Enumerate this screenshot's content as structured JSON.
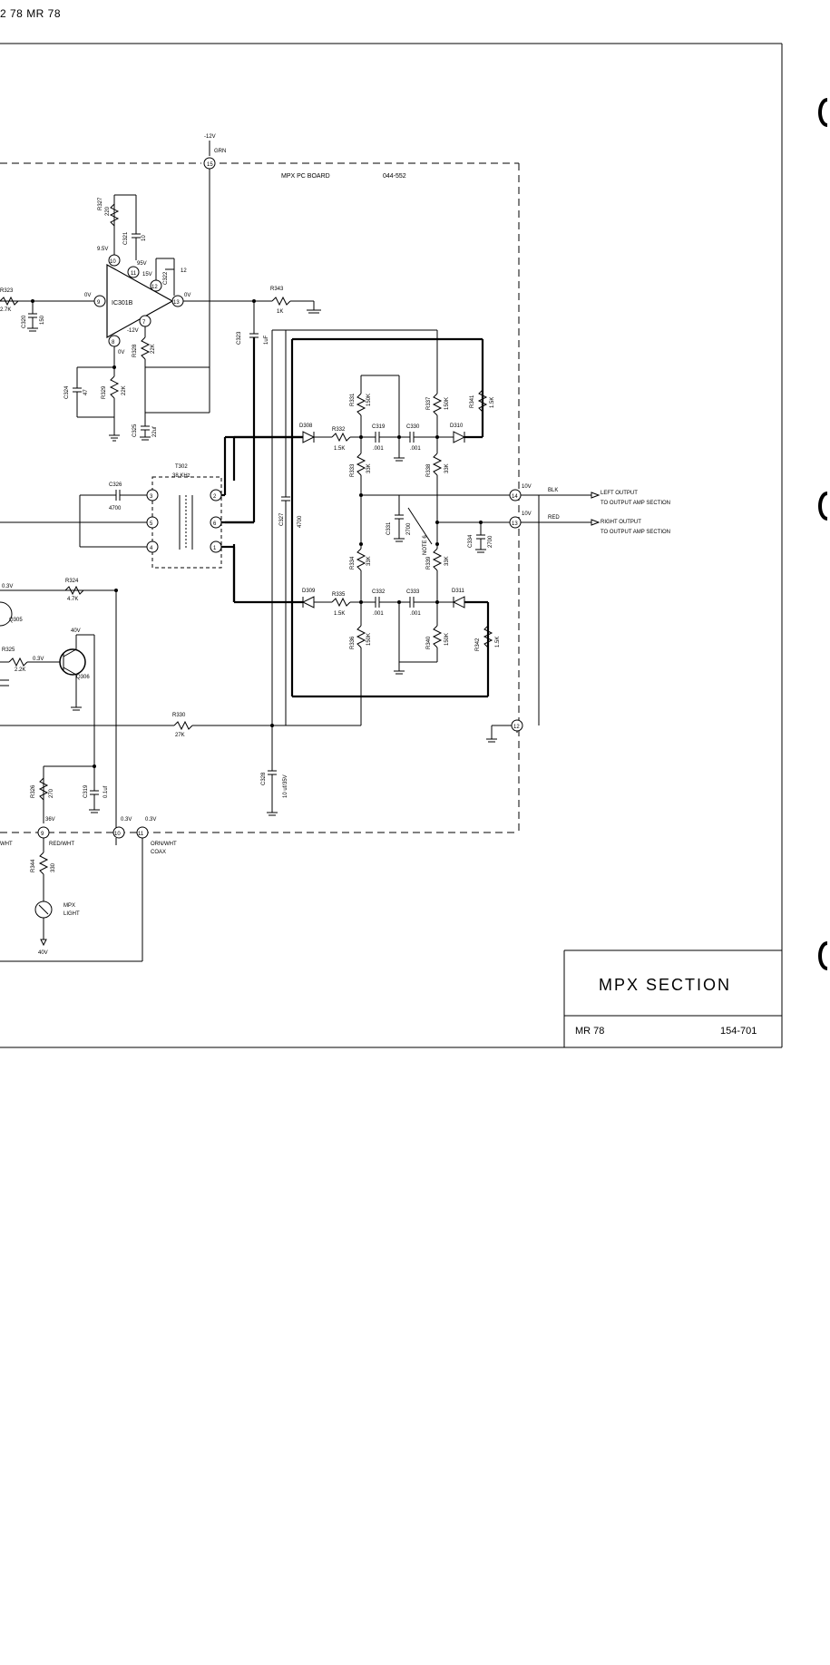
{
  "header": "2 78  MR 78",
  "board": {
    "label": "MPX PC BOARD",
    "number": "044-552"
  },
  "supply": {
    "voltage": "-12V",
    "wire": "GRN",
    "terminal": "15"
  },
  "ic": {
    "name": "IC301B",
    "pins": [
      "9",
      "10",
      "11",
      "12",
      "13",
      "7",
      "8"
    ],
    "volts": {
      "p9": "0V",
      "p10": "9.5V",
      "p11": "95V",
      "p11b": "15V",
      "p13": "0V",
      "p7": "-12V",
      "p8": "0V"
    }
  },
  "components": {
    "r327": "R327",
    "r327v": "220",
    "c321": "C321",
    "c321v": "10",
    "c322": "C322",
    "c322v": "12",
    "r323": "R323",
    "r323v": "2.7K",
    "c320": "C320",
    "c320v": "150",
    "r328": "R328",
    "r328v": "22K",
    "c324": "C324",
    "c324v": "47",
    "r329": "R329",
    "r329v": "22K",
    "c325": "C325",
    "c325v": "22uf",
    "r343": "R343",
    "r343v": "1K",
    "c323": "C323",
    "c323v": "1uF",
    "r331": "R331",
    "r331v": "150K",
    "r337": "R337",
    "r337v": "150K",
    "r341": "R341",
    "r341v": "1.5K",
    "d308": "D308",
    "r332": "R332",
    "r332v": "1.5K",
    "c319a": "C319",
    "c319av": ".001",
    "c330": "C330",
    "c330v": ".001",
    "d310": "D310",
    "r333": "R333",
    "r333v": "33K",
    "r338": "R338",
    "r338v": "33K",
    "c326": "C326",
    "c326v": "4700",
    "t302": "T302",
    "t302v": "38 KHz",
    "c327": "C327",
    "c327v": "4700",
    "c331": "C331",
    "c331v": "2700",
    "c334": "C334",
    "c334v": "2700",
    "note": "NOTE 6",
    "r334": "R334",
    "r334v": "33K",
    "r339": "R339",
    "r339v": "33K",
    "d309": "D309",
    "r335": "R335",
    "r335v": "1.5K",
    "c332": "C332",
    "c332v": ".001",
    "c333": "C333",
    "c333v": ".001",
    "d311": "D311",
    "r336": "R336",
    "r336v": "150K",
    "r340": "R340",
    "r340v": "150K",
    "r342": "R342",
    "r342v": "1.5K",
    "r324": "R324",
    "r324v": "4.7K",
    "q305": "Q305",
    "r325": "R325",
    "r325v": "2.2K",
    "q306": "Q306",
    "r330": "R330",
    "r330v": "27K",
    "c328": "C328",
    "c328v": "10 uf/35V",
    "r326": "R326",
    "r326v": "270",
    "c319b": "C319",
    "c319bv": "0.1uf",
    "r344": "R344",
    "r344v": "330",
    "lamp": "MPX",
    "lamp2": "LIGHT"
  },
  "terminals": {
    "t14": "14",
    "t13": "13",
    "t12": "12",
    "t9": "9",
    "t10": "10",
    "t11": "11",
    "t1": "1",
    "t2": "2",
    "t3": "3",
    "t4": "4",
    "t5": "5",
    "t6": "6"
  },
  "volt_labels": {
    "v03a": "0.3V",
    "v03b": "0.3V",
    "v03c": "0.3V",
    "v03d": "0.3V",
    "v40": "40V",
    "v40b": "40V",
    "v36": "36V",
    "v10a": "10V",
    "v10b": "10V"
  },
  "wires": {
    "blk": "BLK",
    "red": "RED",
    "redwht": "RED/WHT",
    "wht": "WHT",
    "ornwht": "ORN/WHT",
    "coax": "COAX"
  },
  "outputs": {
    "left_l1": "LEFT OUTPUT",
    "left_l2": "TO OUTPUT AMP SECTION",
    "right_l1": "RIGHT OUTPUT",
    "right_l2": "TO OUTPUT AMP SECTION"
  },
  "title_block": {
    "title": "MPX SECTION",
    "model": "MR 78",
    "drawing_no": "154-701"
  }
}
